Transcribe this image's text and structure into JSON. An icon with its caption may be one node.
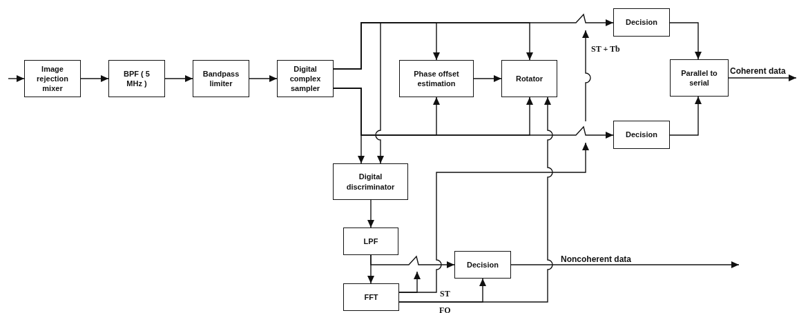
{
  "diagram": {
    "nodes": [
      {
        "text": [
          "Image rejection mixer"
        ]
      },
      {
        "text": [
          "BPF ( 5 MHz )"
        ]
      },
      {
        "text": [
          "Bandpass limiter"
        ]
      },
      {
        "text": [
          "Digital complex sampler"
        ]
      },
      {
        "text": [
          "Phase offset estimation"
        ]
      },
      {
        "text": [
          "Rotator"
        ]
      },
      {
        "text": [
          "Decision"
        ]
      },
      {
        "text": [
          "Decision"
        ]
      },
      {
        "text": [
          "Parallel to serial"
        ]
      },
      {
        "text": [
          "Digital discriminator"
        ]
      },
      {
        "text": [
          "LPF"
        ]
      },
      {
        "text": [
          "FFT"
        ]
      },
      {
        "text": [
          "Decision"
        ]
      }
    ],
    "edges": [
      {
        "from": null,
        "to": 0,
        "arrow": "to"
      },
      {
        "from": 0,
        "to": 1,
        "arrow": "to"
      },
      {
        "from": 1,
        "to": 2,
        "arrow": "to"
      },
      {
        "from": 2,
        "to": 3,
        "arrow": "to"
      },
      {
        "from": 3,
        "to": 6,
        "arrow": "to"
      },
      {
        "from": 3,
        "to": 4,
        "arrow": "to"
      },
      {
        "from": 3,
        "to": 5,
        "arrow": "to"
      },
      {
        "from": 3,
        "to": 9,
        "arrow": "to"
      },
      {
        "from": 3,
        "to": 7,
        "arrow": "to"
      },
      {
        "from": 3,
        "to": 4,
        "arrow": "to"
      },
      {
        "from": 3,
        "to": 5,
        "arrow": "to"
      },
      {
        "from": 3,
        "to": 9,
        "arrow": "to"
      },
      {
        "from": 4,
        "to": 5,
        "arrow": "to"
      },
      {
        "from": 6,
        "to": 8,
        "arrow": "to"
      },
      {
        "from": 7,
        "to": 8,
        "arrow": "to"
      },
      {
        "from": 8,
        "to": null,
        "arrow": "to",
        "label": "Coherent data"
      },
      {
        "from": 9,
        "to": 10,
        "arrow": "to"
      },
      {
        "from": 10,
        "to": 11,
        "arrow": "to"
      },
      {
        "from": 10,
        "to": 12,
        "arrow": "to"
      },
      {
        "from": 11,
        "to": null,
        "arrow": "to"
      },
      {
        "from": 11,
        "to": null,
        "arrow": "to",
        "label": "ST"
      },
      {
        "from": 11,
        "to": 12,
        "arrow": "to",
        "label": "FO"
      },
      {
        "from": 11,
        "to": 5,
        "arrow": "to"
      },
      {
        "from": 12,
        "to": null,
        "arrow": "to",
        "label": "Noncoherent data"
      }
    ],
    "labels": [
      "ST + Tb"
    ]
  }
}
